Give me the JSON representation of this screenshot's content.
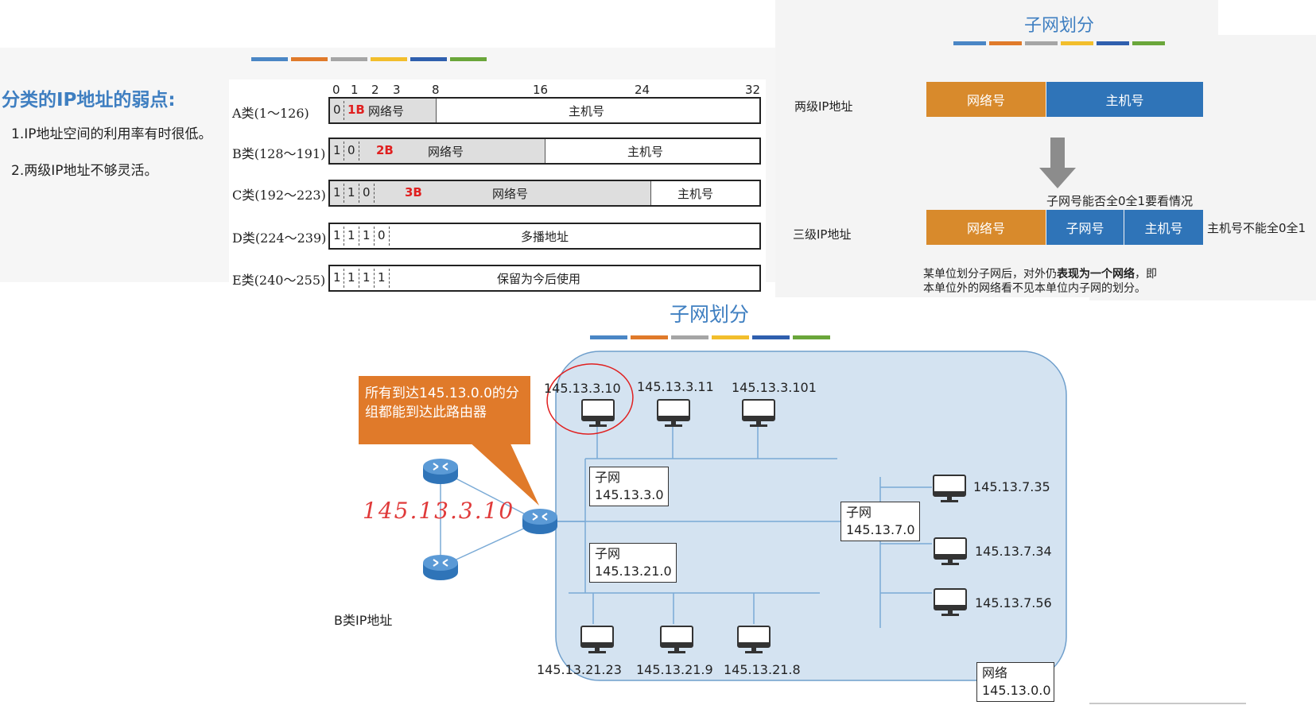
{
  "left_slide": {
    "title": "分类的IP地址的弱点:",
    "points": [
      "1.IP地址空间的利用率有时很低。",
      "2.两级IP地址不够灵活。"
    ],
    "bit_ticks": [
      "0",
      "1",
      "2",
      "3",
      "8",
      "16",
      "24",
      "32"
    ],
    "classes": [
      {
        "label": "A类(1～126)",
        "bits": [
          "0"
        ],
        "tag": "1B",
        "net": "网络号",
        "host": "主机号"
      },
      {
        "label": "B类(128～191)",
        "bits": [
          "1",
          "0"
        ],
        "tag": "2B",
        "net": "网络号",
        "host": "主机号"
      },
      {
        "label": "C类(192～223)",
        "bits": [
          "1",
          "1",
          "0"
        ],
        "tag": "3B",
        "net": "网络号",
        "host": "主机号"
      },
      {
        "label": "D类(224～239)",
        "bits": [
          "1",
          "1",
          "1",
          "0"
        ],
        "text": "多播地址"
      },
      {
        "label": "E类(240～255)",
        "bits": [
          "1",
          "1",
          "1",
          "1"
        ],
        "text": "保留为今后使用"
      }
    ]
  },
  "right_slide": {
    "title": "子网划分",
    "two_level_label": "两级IP地址",
    "three_level_label": "三级IP地址",
    "net_label": "网络号",
    "host_label": "主机号",
    "subnet_label": "子网号",
    "note_subnet": "子网号能否全0全1要看情况",
    "note_host": "主机号不能全0全1",
    "desc_line1_a": "某单位划分子网后，对外仍",
    "desc_line1_b": "表现为一个网络",
    "desc_line1_c": "，即",
    "desc_line2": "本单位外的网络看不见本单位内子网的划分。"
  },
  "bottom_slide": {
    "title": "子网划分",
    "callout": [
      "所有到达145.13.0.0的分",
      "组都能到达此路由器"
    ],
    "handwriting": "145.13.3.10",
    "class_label": "B类IP地址",
    "subnet1": {
      "label": "子网",
      "addr": "145.13.3.0"
    },
    "subnet2": {
      "label": "子网",
      "addr": "145.13.21.0"
    },
    "subnet3": {
      "label": "子网",
      "addr": "145.13.7.0"
    },
    "network": {
      "label": "网络",
      "addr": "145.13.0.0"
    },
    "hosts_top": [
      "145.13.3.10",
      "145.13.3.11",
      "145.13.3.101"
    ],
    "hosts_bottom": [
      "145.13.21.23",
      "145.13.21.9",
      "145.13.21.8"
    ],
    "hosts_right": [
      "145.13.7.35",
      "145.13.7.34",
      "145.13.7.56"
    ]
  },
  "colors": {
    "accent_blue": "#3f7fc1",
    "orange": "#e07a2a",
    "net_orange": "#d88a2c",
    "host_blue": "#2f74b8",
    "red": "#e02020",
    "network_fill": "#d4e3f1"
  }
}
